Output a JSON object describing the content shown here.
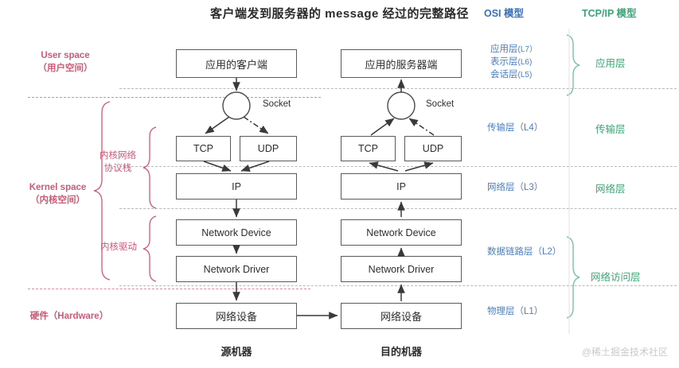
{
  "title": "客户端发到服务器的 message 经过的完整路径",
  "headers": {
    "osi": "OSI 模型",
    "tcpip": "TCP/IP 模型"
  },
  "colors": {
    "osi_blue": "#4a7fc1",
    "tcpip_green": "#3aa676",
    "user_kernel_pink": "#cc5a77",
    "box_border": "#5a5a5a",
    "divider_gray": "#b9b9b9",
    "divider_pink": "#d98ba0",
    "watermark_gray": "#c9c9c9"
  },
  "left_labels": {
    "user_space_en": "User space",
    "user_space_cn": "（用户空间）",
    "kernel_space_en": "Kernel space",
    "kernel_space_cn": "（内核空间）",
    "kernel_net_stack_l1": "内核网络",
    "kernel_net_stack_l2": "协议栈",
    "kernel_driver": "内核驱动",
    "hardware": "硬件（Hardware）"
  },
  "osi_layers": [
    {
      "name": "应用层",
      "code": "(L7）"
    },
    {
      "name": "表示层",
      "code": "(L6)"
    },
    {
      "name": "会话层",
      "code": "(L5)"
    },
    {
      "name": "传输层",
      "code": "（L4）"
    },
    {
      "name": "网络层",
      "code": "（L3）"
    },
    {
      "name": "数据链路层",
      "code": "（L2）"
    },
    {
      "name": "物理层",
      "code": "（L1）"
    }
  ],
  "tcpip_layers": [
    {
      "name": "应用层"
    },
    {
      "name": "传输层"
    },
    {
      "name": "网络层"
    },
    {
      "name": "网络访问层"
    }
  ],
  "source_machine": {
    "caption": "源机器",
    "app": "应用的客户端",
    "socket": "Socket",
    "tcp": "TCP",
    "udp": "UDP",
    "ip": "IP",
    "net_device": "Network Device",
    "net_driver": "Network Driver",
    "hw_device": "网络设备"
  },
  "dest_machine": {
    "caption": "目的机器",
    "app": "应用的服务器端",
    "socket": "Socket",
    "tcp": "TCP",
    "udp": "UDP",
    "ip": "IP",
    "net_device": "Network Device",
    "net_driver": "Network Driver",
    "hw_device": "网络设备"
  },
  "watermark": "@稀土掘金技术社区"
}
